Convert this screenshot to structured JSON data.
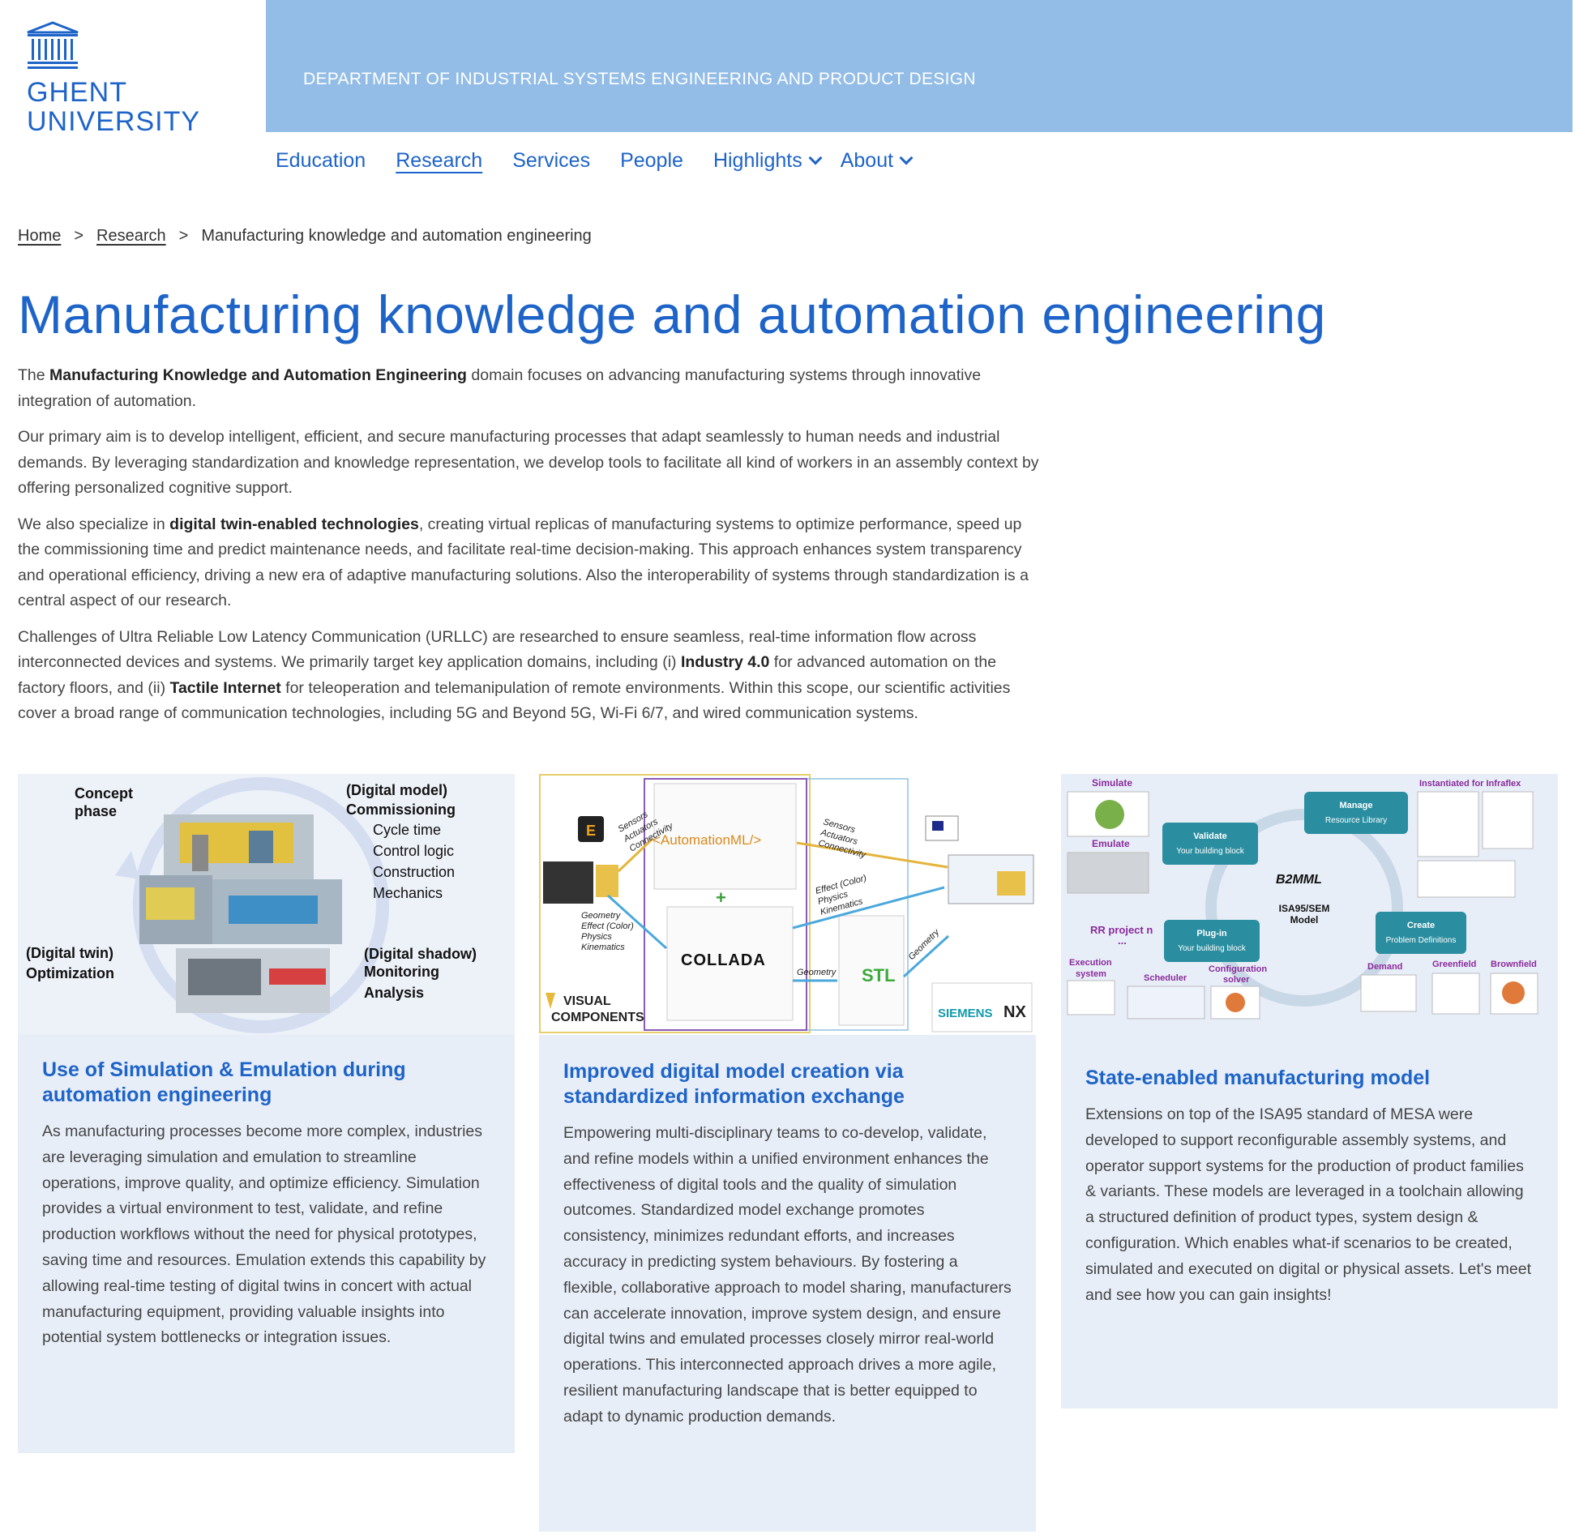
{
  "logo": {
    "line1": "GHENT",
    "line2": "UNIVERSITY"
  },
  "banner": {
    "department": "DEPARTMENT OF INDUSTRIAL SYSTEMS ENGINEERING AND PRODUCT DESIGN"
  },
  "nav": {
    "items": [
      {
        "label": "Education"
      },
      {
        "label": "Research"
      },
      {
        "label": "Services"
      },
      {
        "label": "People"
      },
      {
        "label": "Highlights"
      },
      {
        "label": "About"
      }
    ]
  },
  "breadcrumb": {
    "home": "Home",
    "research": "Research",
    "current": "Manufacturing knowledge and automation engineering",
    "separator": ">"
  },
  "page_title": "Manufacturing knowledge and automation engineering",
  "intro": {
    "p1_pre": "The ",
    "p1_bold": "Manufacturing Knowledge and Automation Engineering",
    "p1_post": " domain focuses on advancing manufacturing systems through innovative integration of automation.",
    "p2": "Our primary aim is to develop intelligent, efficient, and secure manufacturing processes that adapt seamlessly to human needs and industrial demands. By leveraging standardization and knowledge representation, we develop tools to facilitate all kind of workers in an assembly context by offering personalized cognitive support.",
    "p3_pre": "We also specialize in ",
    "p3_bold": "digital twin-enabled technologies",
    "p3_post": ", creating virtual replicas of manufacturing systems to optimize performance, speed up the commissioning time and predict maintenance needs, and facilitate real-time decision-making. This approach enhances system transparency and operational efficiency, driving a new era of adaptive manufacturing solutions. Also the interoperability of systems through standardization is a central aspect of our research.",
    "p4_a": "Challenges of Ultra Reliable Low Latency Communication (URLLC) are researched to ensure seamless, real-time information flow across interconnected devices and systems. We primarily target key application domains, including (i) ",
    "p4_b1": "Industry 4.0",
    "p4_c": " for advanced automation on the factory floors, and (ii) ",
    "p4_b2": "Tactile Internet",
    "p4_d": " for teleoperation and telemanipulation of remote environments. Within this scope, our scientific activities cover a broad range of communication technologies, including 5G and Beyond 5G, Wi-Fi 6/7, and wired communication systems."
  },
  "cards": [
    {
      "title": "Use of Simulation & Emulation during automation engineering",
      "text": "As manufacturing processes become more complex, industries are leveraging simulation and emulation to streamline operations, improve quality, and optimize efficiency. Simulation provides a virtual environment to test, validate, and refine production workflows without the need for physical prototypes, saving time and resources. Emulation extends this capability by allowing real-time testing of digital twins in concert with actual manufacturing equipment, providing valuable insights into potential system bottlenecks or integration issues.",
      "figure": {
        "concept": [
          "Concept",
          "phase"
        ],
        "commissioning": [
          "(Digital model)",
          "Commissioning"
        ],
        "commissioning_items": [
          "Cycle time",
          "Control logic",
          "Construction",
          "Mechanics"
        ],
        "twin": [
          "(Digital twin)",
          "Optimization"
        ],
        "shadow": [
          "(Digital shadow)",
          "Monitoring",
          "Analysis"
        ]
      }
    },
    {
      "title": "Improved digital model creation via standardized information exchange",
      "text": "Empowering multi-disciplinary teams to co-develop, validate, and refine models within a unified environment enhances the effectiveness of digital tools and the quality of simulation outcomes. Standardized model exchange promotes consistency, minimizes redundant efforts, and increases accuracy in predicting system behaviours. By fostering a flexible, collaborative approach to model sharing, manufacturers can accelerate innovation, improve system design, and ensure digital twins and emulated processes closely mirror real-world operations. This interconnected approach drives a more agile, resilient manufacturing landscape that is better equipped to adapt to dynamic production demands.",
      "figure": {
        "automationml": "<AutomationML/>",
        "collada": "COLLADA",
        "stl": "STL",
        "visual": [
          "VISUAL",
          "COMPONENTS"
        ],
        "siemens": "SIEMENS",
        "nx": "NX",
        "plus": "+",
        "labels_left_top": [
          "Sensors",
          "Actuators",
          "Connectivity"
        ],
        "labels_left_bottom": [
          "Geometry",
          "Effect (Color)",
          "Physics",
          "Kinematics"
        ],
        "labels_right_top": [
          "Sensors",
          "Actuators",
          "Connectivity"
        ],
        "labels_right_mid": [
          "Effect (Color)",
          "Physics",
          "Kinematics"
        ],
        "geometry": "Geometry"
      }
    },
    {
      "title": "State-enabled manufacturing model",
      "text": "Extensions on top of the ISA95 standard of MESA were developed to support reconfigurable assembly systems, and operator support systems for the production of product families & variants. These models are leveraged in a toolchain allowing a structured definition of product types, system design & configuration. Which enables what-if scenarios to be created, simulated and executed on digital or physical assets. Let's meet and see how you can gain insights!",
      "figure": {
        "simulate": "Simulate",
        "emulate": "Emulate",
        "instantiated": "Instantiated for Infraflex",
        "validate": [
          "Validate",
          "Your building block"
        ],
        "manage": [
          "Manage",
          "Resource Library"
        ],
        "plugin": [
          "Plug-in",
          "Your building block"
        ],
        "create": [
          "Create",
          "Problem Definitions"
        ],
        "b2mml": "B2MML",
        "model": [
          "ISA95/SEM",
          "Model"
        ],
        "rr": "RR project n",
        "dots": "...",
        "execution": [
          "Execution",
          "system"
        ],
        "scheduler": "Scheduler",
        "config": [
          "Configuration",
          "solver"
        ],
        "demand": "Demand",
        "greenfield": "Greenfield",
        "brownfield": "Brownfield"
      }
    }
  ]
}
